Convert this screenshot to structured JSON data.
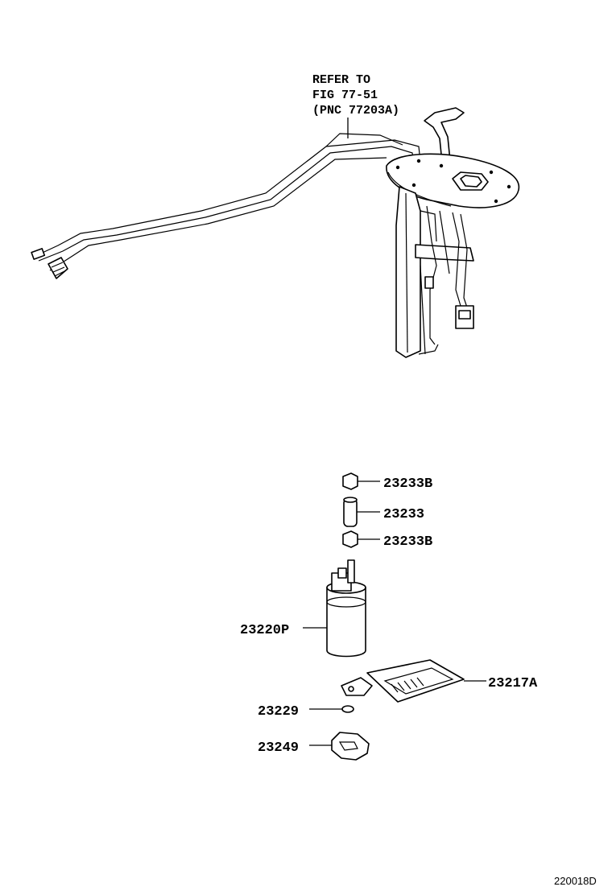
{
  "reference": {
    "line1": "REFER TO",
    "line2": "FIG 77-51",
    "line3": "(PNC 77203A)"
  },
  "parts": [
    {
      "id": "23233B-top",
      "label": "23233B"
    },
    {
      "id": "23233",
      "label": "23233"
    },
    {
      "id": "23233B-bottom",
      "label": "23233B"
    },
    {
      "id": "23220P",
      "label": "23220P"
    },
    {
      "id": "23217A",
      "label": "23217A"
    },
    {
      "id": "23229",
      "label": "23229"
    },
    {
      "id": "23249",
      "label": "23249"
    }
  ],
  "figure_code": "220018D"
}
